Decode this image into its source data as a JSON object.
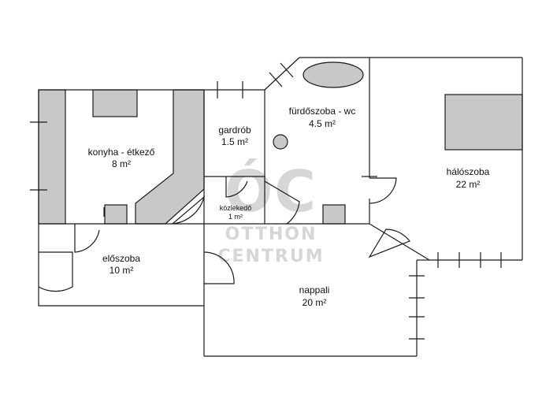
{
  "rooms": {
    "konyha": {
      "name": "konyha - étkező",
      "area": "8 m²"
    },
    "gardrob": {
      "name": "gardrób",
      "area": "1.5 m²"
    },
    "furdo": {
      "name": "fürdőszoba - wc",
      "area": "4.5 m²"
    },
    "haloszoba": {
      "name": "hálószoba",
      "area": "22 m²"
    },
    "kozlekedo": {
      "name": "közlekedő",
      "area": "1 m²"
    },
    "eloszoba": {
      "name": "előszoba",
      "area": "10 m²"
    },
    "nappali": {
      "name": "nappali",
      "area": "20 m²"
    }
  },
  "watermark": {
    "monogram": "ÓC",
    "line1": "OTTHON",
    "line2": "CENTRUM"
  },
  "colors": {
    "wall": "#1a1a1a",
    "furniture_fill": "#c8c8c8",
    "watermark": "#d6d6d6"
  }
}
